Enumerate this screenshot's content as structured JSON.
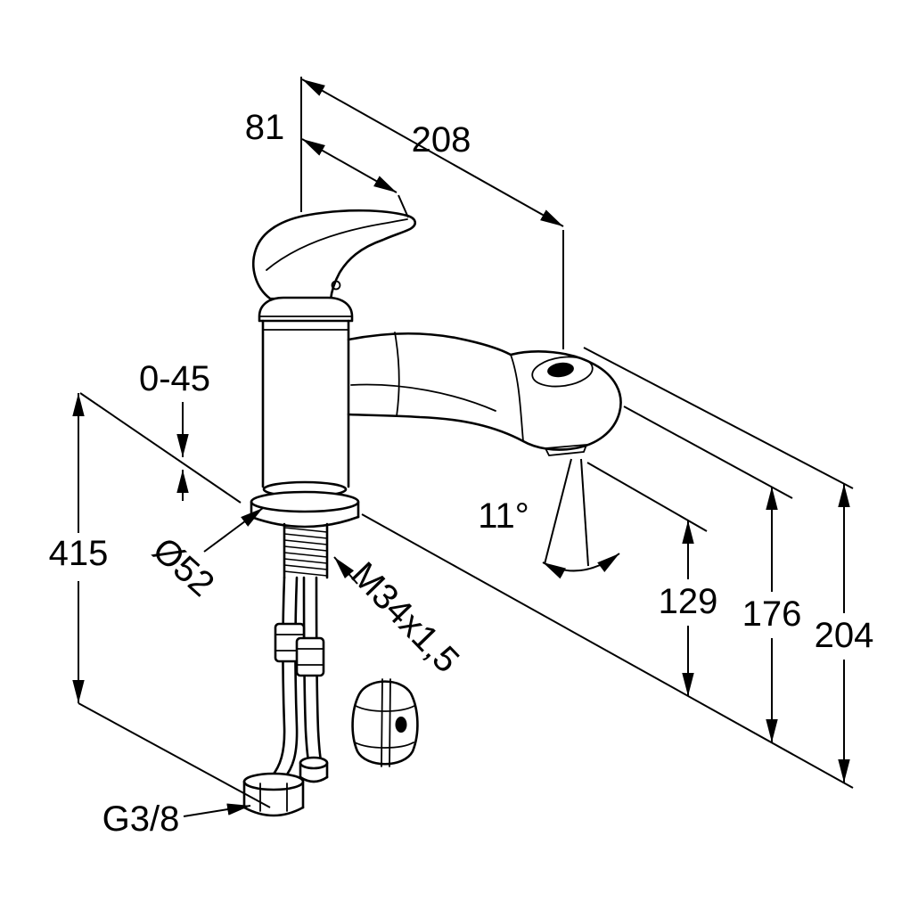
{
  "drawing": {
    "type": "technical dimension drawing of a single-lever kitchen faucet with pull-out spray",
    "labels": {
      "handle_projection": "81",
      "spout_projection": "208",
      "deck_thickness": "0-45",
      "under_deck_height": "415",
      "base_diameter": "Ø52",
      "shank_thread": "M34x1,5",
      "spray_angle": "11°",
      "spout_outlet_height": "129",
      "spout_height": "176",
      "overall_height": "204",
      "connection_thread": "G3/8"
    },
    "colors": {
      "line": "#000000",
      "background": "#ffffff"
    }
  }
}
